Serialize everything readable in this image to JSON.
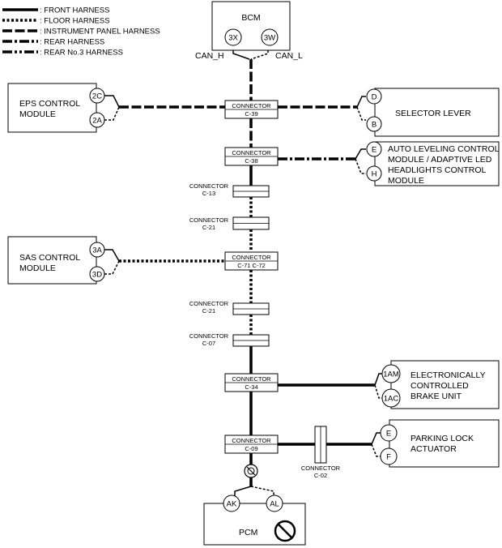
{
  "legend": [
    {
      "label": ": FRONT HARNESS",
      "style": "front"
    },
    {
      "label": ": FLOOR HARNESS",
      "style": "floor"
    },
    {
      "label": ": INSTRUMENT PANEL HARNESS",
      "style": "ip"
    },
    {
      "label": ": REAR HARNESS",
      "style": "rear"
    },
    {
      "label": ": REAR No.3 HARNESS",
      "style": "rear3"
    }
  ],
  "modules": {
    "bcm": "BCM",
    "eps": [
      "EPS CONTROL",
      "MODULE"
    ],
    "selector": "SELECTOR LEVER",
    "auto_leveling": [
      "AUTO LEVELING CONTROL",
      "MODULE / ADAPTIVE LED",
      "HEADLIGHTS CONTROL",
      "MODULE"
    ],
    "sas": [
      "SAS CONTROL",
      "MODULE"
    ],
    "brake": [
      "ELECTRONICALLY",
      "CONTROLLED",
      "BRAKE UNIT"
    ],
    "parking": [
      "PARKING LOCK",
      "ACTUATOR"
    ],
    "pcm": "PCM"
  },
  "pins": {
    "bcm_h": "3X",
    "bcm_l": "3W",
    "eps_top": "2C",
    "eps_bottom": "2A",
    "sel_top": "D",
    "sel_bottom": "B",
    "al_top": "E",
    "al_bottom": "H",
    "sas_top": "3A",
    "sas_bottom": "3D",
    "brake_top": "1AM",
    "brake_bottom": "1AC",
    "park_top": "E",
    "park_bottom": "F",
    "pcm_h": "AK",
    "pcm_l": "AL"
  },
  "signals": {
    "can_h": "CAN_H",
    "can_l": "CAN_L"
  },
  "connectors": {
    "c39": [
      "CONNECTOR",
      "C-39"
    ],
    "c38": [
      "CONNECTOR",
      "C-38"
    ],
    "c13": [
      "CONNECTOR",
      "C-13"
    ],
    "c21a": [
      "CONNECTOR",
      "C-21"
    ],
    "c71": [
      "CONNECTOR",
      "C-71 C-72"
    ],
    "c21b": [
      "CONNECTOR",
      "C-21"
    ],
    "c07": [
      "CONNECTOR",
      "C-07"
    ],
    "c34": [
      "CONNECTOR",
      "C-34"
    ],
    "c09": [
      "CONNECTOR",
      "C-09"
    ],
    "c02": [
      "CONNECTOR",
      "C-02"
    ]
  },
  "colors": {
    "line": "#000000",
    "background": "#ffffff"
  },
  "icons": {
    "pcm_status": "prohibited-icon",
    "pcm_harness_note": "no-harness-icon"
  }
}
